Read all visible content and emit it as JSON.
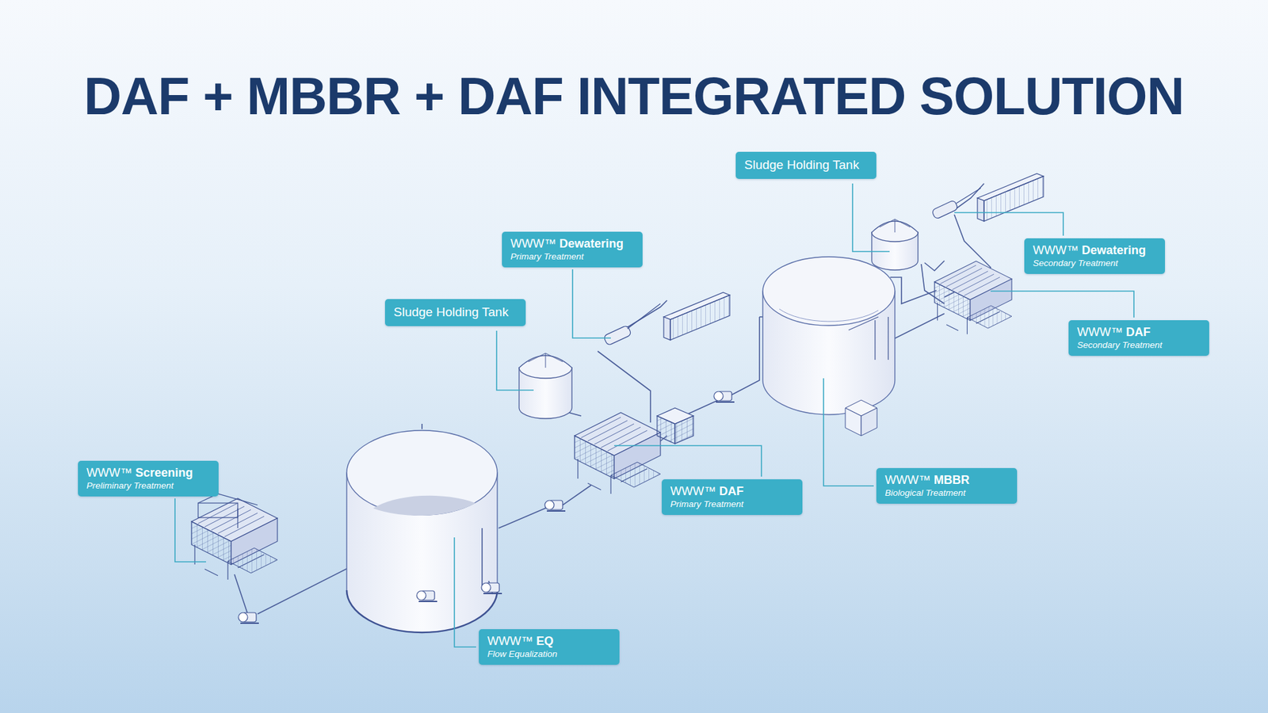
{
  "diagram": {
    "title": "DAF + MBBR + DAF INTEGRATED SOLUTION",
    "nodes": [
      {
        "text": [
          "Sludge Holding Tank"
        ]
      },
      {
        "text": [
          "WWW™ Dewatering",
          "Primary Treatment"
        ]
      },
      {
        "text": [
          "WWW™ Dewatering",
          "Secondary Treatment"
        ]
      },
      {
        "text": [
          "Sludge Holding Tank"
        ]
      },
      {
        "text": [
          "WWW™ DAF",
          "Secondary Treatment"
        ]
      },
      {
        "text": [
          "WWW™ Screening",
          "Preliminary Treatment"
        ]
      },
      {
        "text": [
          "WWW™ MBBR",
          "Biological Treatment"
        ]
      },
      {
        "text": [
          "WWW™ DAF",
          "Primary Treatment"
        ]
      },
      {
        "text": [
          "WWW™ EQ",
          "Flow Equalization"
        ]
      }
    ]
  }
}
